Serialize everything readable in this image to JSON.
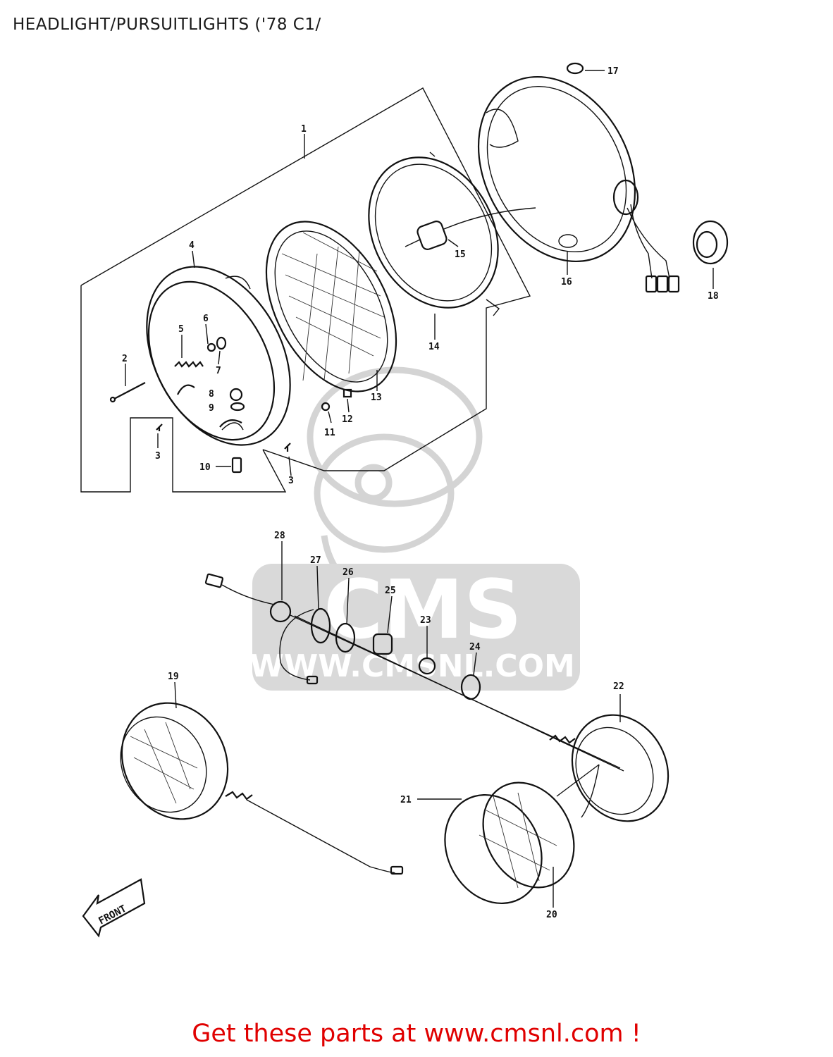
{
  "header": {
    "title": "HEADLIGHT/PURSUITLIGHTS ('78 C1/"
  },
  "watermark": {
    "brand": "CMS",
    "url": "WWW.CMSNL.COM",
    "color": "#cfcfcf"
  },
  "diagram": {
    "front_label": "FRONT",
    "callouts": [
      {
        "id": "1",
        "label": "1"
      },
      {
        "id": "2",
        "label": "2"
      },
      {
        "id": "3a",
        "label": "3"
      },
      {
        "id": "3b",
        "label": "3"
      },
      {
        "id": "4",
        "label": "4"
      },
      {
        "id": "5",
        "label": "5"
      },
      {
        "id": "6",
        "label": "6"
      },
      {
        "id": "7",
        "label": "7"
      },
      {
        "id": "8",
        "label": "8"
      },
      {
        "id": "9",
        "label": "9"
      },
      {
        "id": "10",
        "label": "10"
      },
      {
        "id": "11",
        "label": "11"
      },
      {
        "id": "12",
        "label": "12"
      },
      {
        "id": "13",
        "label": "13"
      },
      {
        "id": "14",
        "label": "14"
      },
      {
        "id": "15",
        "label": "15"
      },
      {
        "id": "16",
        "label": "16"
      },
      {
        "id": "17",
        "label": "17"
      },
      {
        "id": "18",
        "label": "18"
      },
      {
        "id": "19",
        "label": "19"
      },
      {
        "id": "20",
        "label": "20"
      },
      {
        "id": "21",
        "label": "21"
      },
      {
        "id": "22",
        "label": "22"
      },
      {
        "id": "23",
        "label": "23"
      },
      {
        "id": "24",
        "label": "24"
      },
      {
        "id": "25",
        "label": "25"
      },
      {
        "id": "26",
        "label": "26"
      },
      {
        "id": "27",
        "label": "27"
      },
      {
        "id": "28",
        "label": "28"
      }
    ]
  },
  "footer": {
    "cta": "Get these parts at www.cmsnl.com !",
    "cta_color": "#e00000"
  }
}
